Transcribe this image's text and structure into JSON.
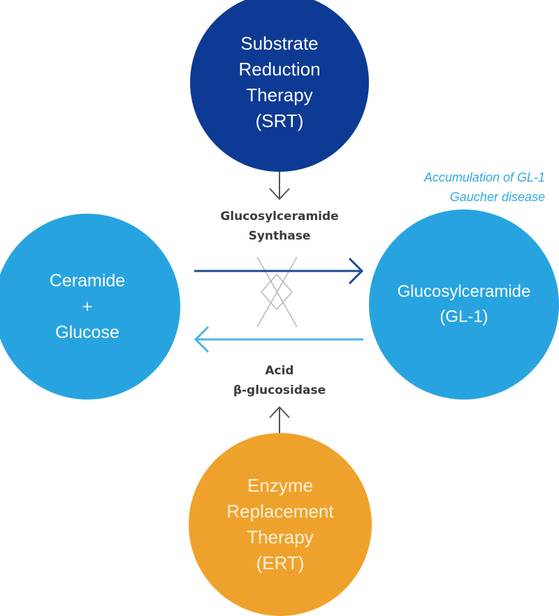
{
  "nodes": {
    "srt": [
      "Substrate",
      "Reduction",
      "Therapy",
      "(SRT)"
    ],
    "ceramide": [
      "Ceramide",
      "+",
      "Glucose"
    ],
    "gl1": [
      "Glucosylceramide",
      "(GL-1)"
    ],
    "ert": [
      "Enzyme",
      "Replacement",
      "Therapy",
      "(ERT)"
    ]
  },
  "enzymes": {
    "synthase": [
      "Glucosylceramide",
      "Synthase"
    ],
    "acid": [
      "Acid",
      "β-glucosidase"
    ]
  },
  "annotation": [
    "Accumulation of GL-1",
    "Gaucher disease"
  ],
  "colors": {
    "srt": "#0d3a94",
    "node_blue": "#27a4e0",
    "ert": "#efa22b",
    "forward_arrow": "#1f4c8f",
    "reverse_arrow": "#4fb3e5",
    "annotation": "#33a9e1",
    "inhibit_arrow": "#555555"
  }
}
